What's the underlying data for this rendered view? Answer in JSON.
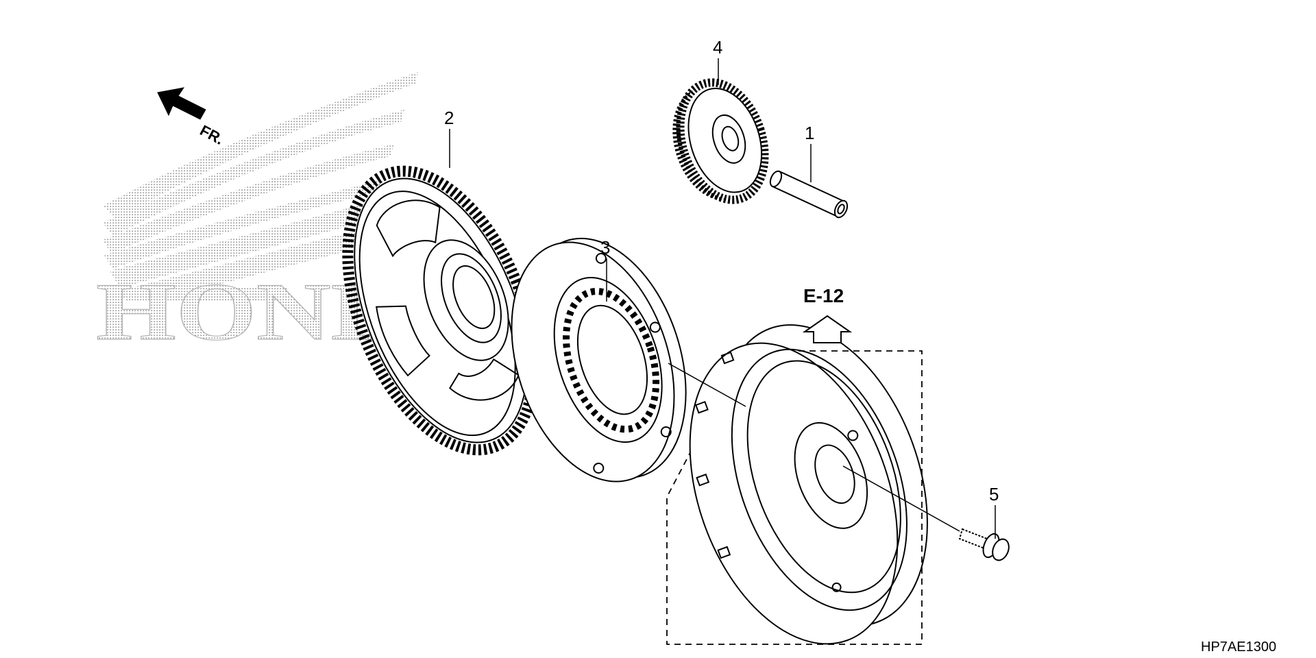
{
  "watermark": {
    "brand_text": "HONDA",
    "color": "#c8c8c8"
  },
  "direction": {
    "label": "FR.",
    "icon": "front-direction-arrow"
  },
  "reference": {
    "label": "E-12",
    "icon": "hollow-up-arrow"
  },
  "callouts": [
    {
      "number": "1"
    },
    {
      "number": "2"
    },
    {
      "number": "3"
    },
    {
      "number": "4"
    },
    {
      "number": "5"
    }
  ],
  "diagram_code": "HP7AE1300",
  "colors": {
    "line": "#000000",
    "background": "#ffffff"
  }
}
